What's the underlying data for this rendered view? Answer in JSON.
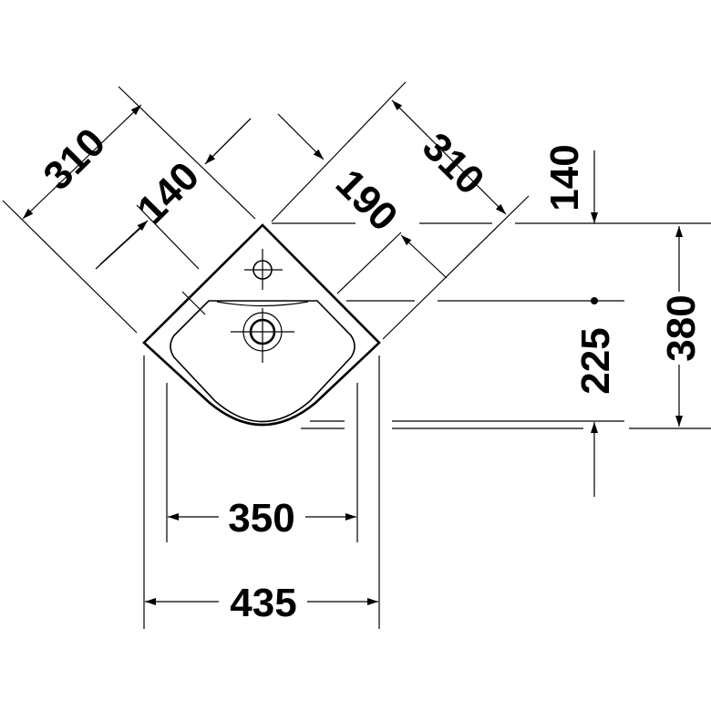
{
  "title": "Corner basin dimension drawing",
  "dimensions": {
    "left_diagonal_total": "310",
    "left_diagonal_inner": "140",
    "right_diagonal_total": "310",
    "right_diagonal_inner": "190",
    "vertical_top": "140",
    "vertical_drain": "225",
    "vertical_total": "380",
    "width_inner": "350",
    "width_total": "435"
  },
  "colors": {
    "line": "#000000",
    "background": "#ffffff"
  }
}
